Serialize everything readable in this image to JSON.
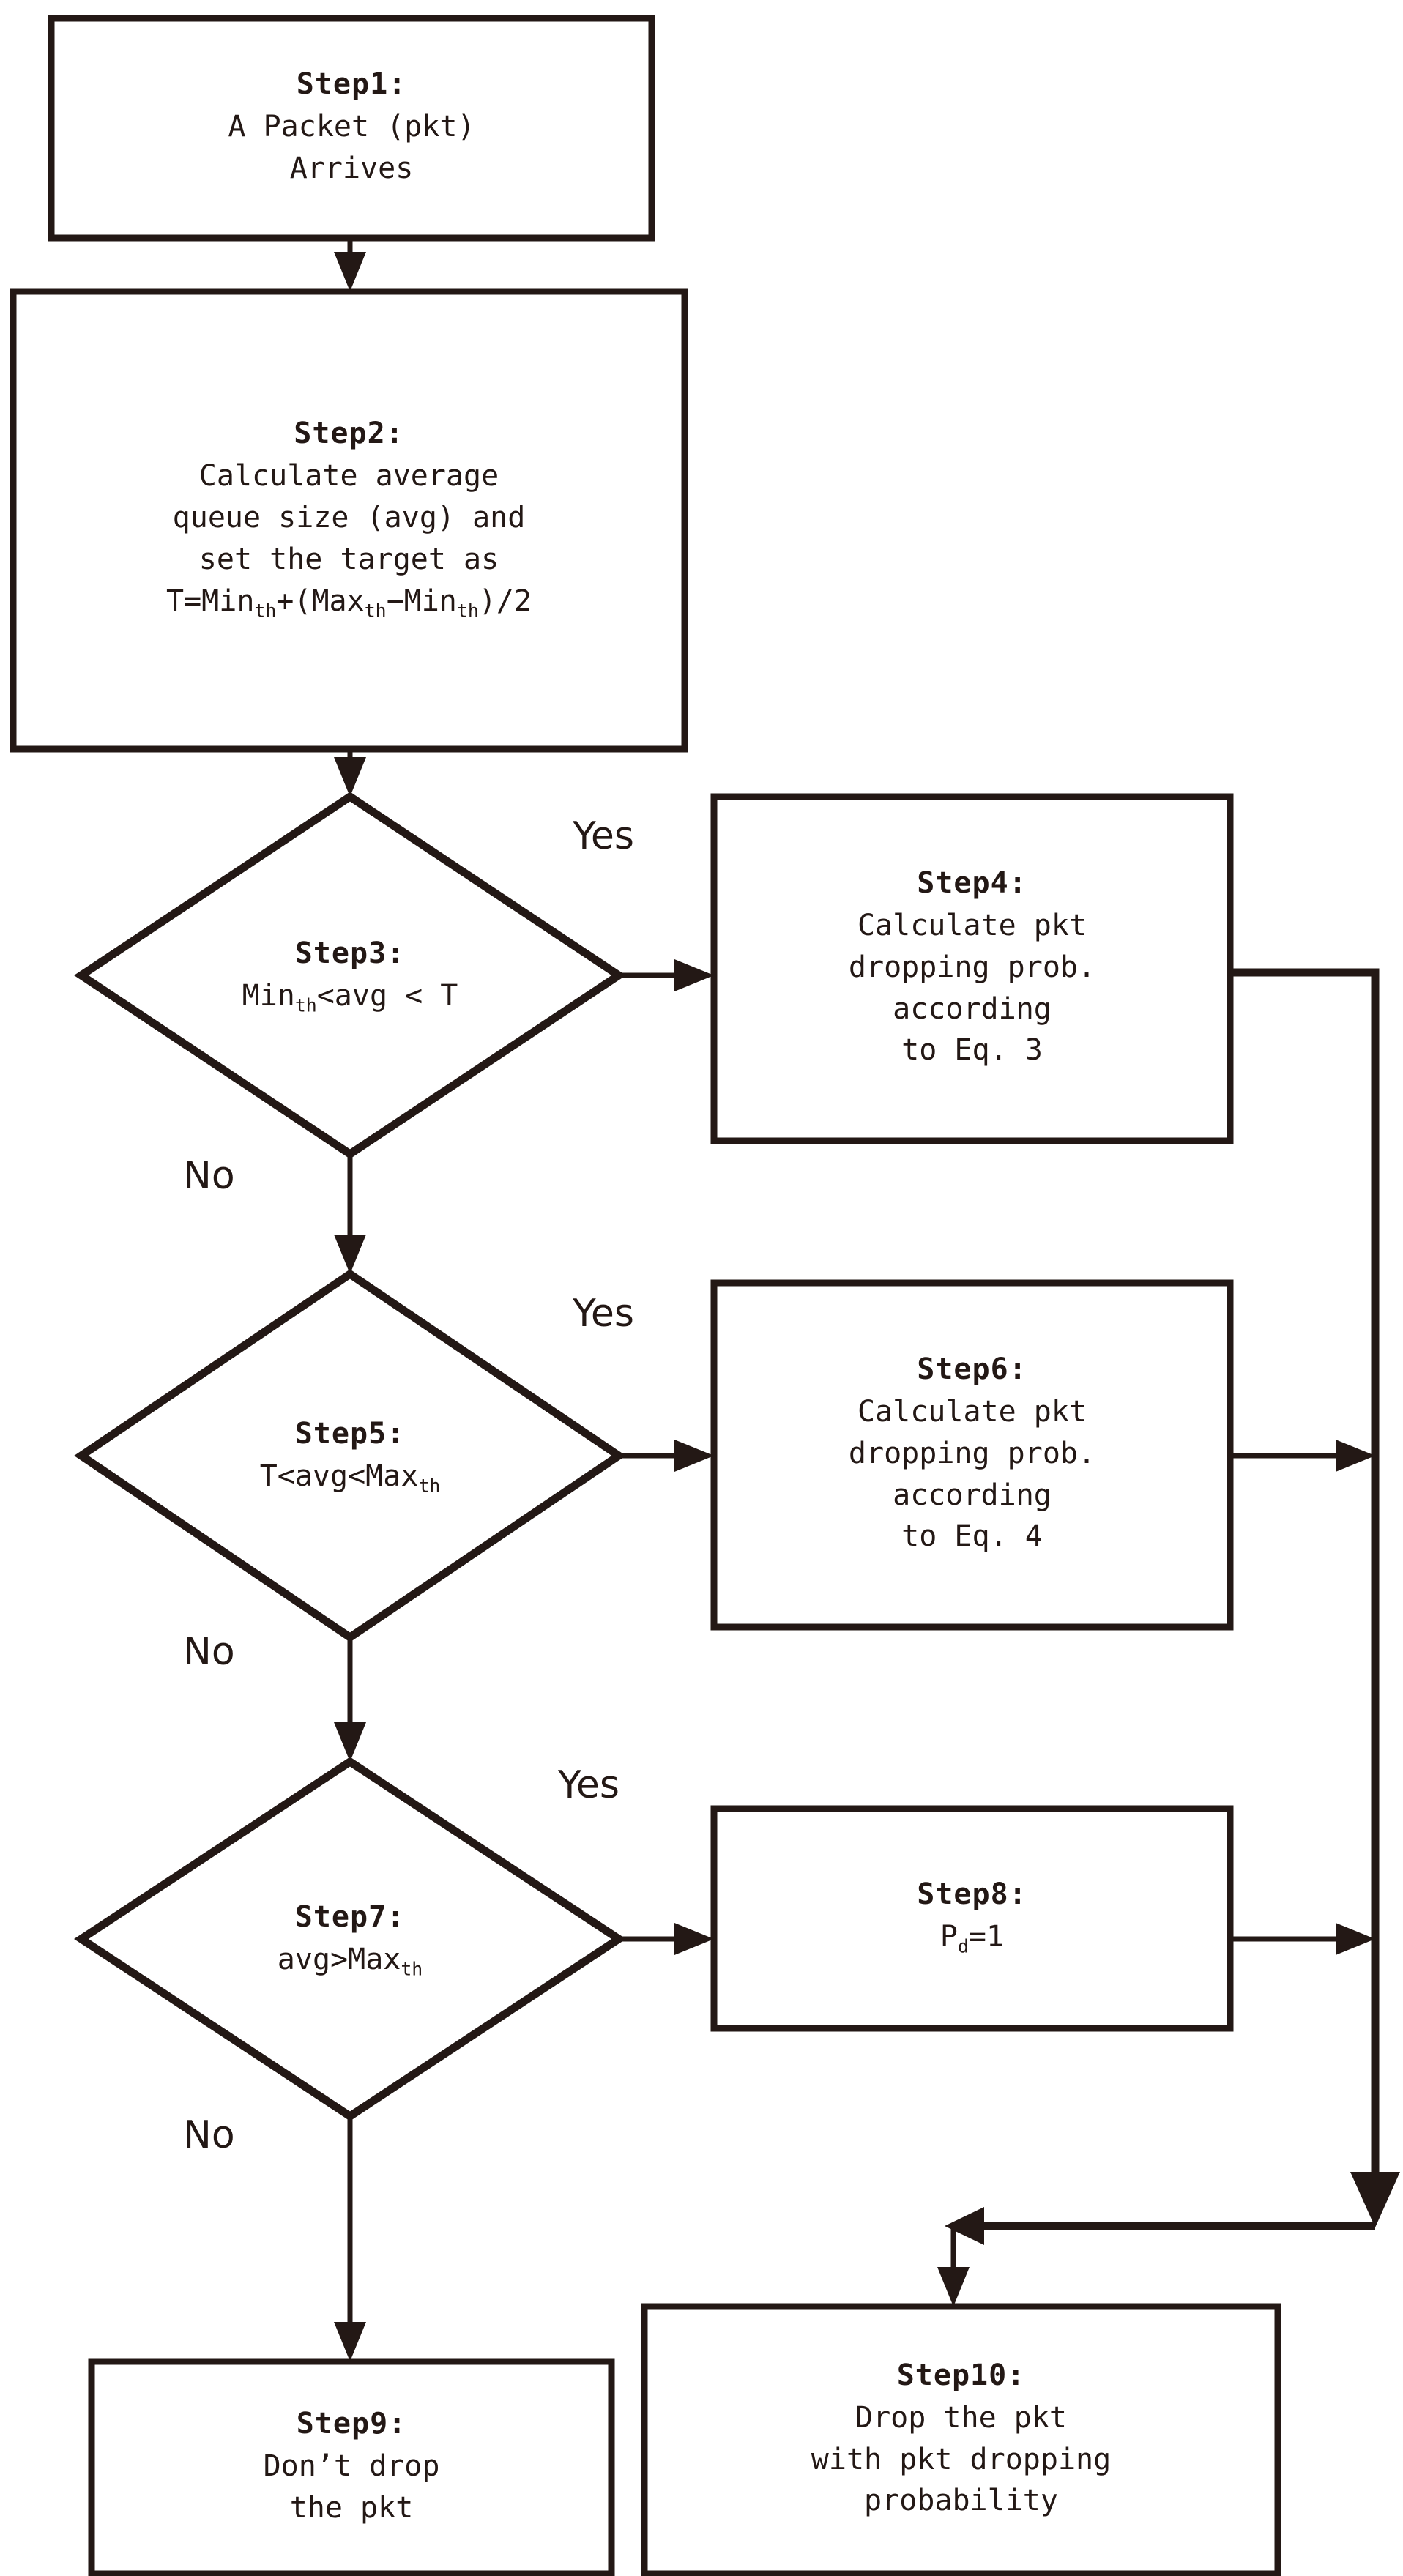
{
  "diagram": {
    "type": "flowchart",
    "title": "RED packet dropping algorithm flowchart",
    "background": "#ffffff",
    "line_color": "#231815"
  },
  "nodes": {
    "step1": {
      "shape": "rectangle",
      "title": "Step1:",
      "lines": [
        "A Packet (pkt)",
        "Arrives"
      ]
    },
    "step2": {
      "shape": "rectangle",
      "title": "Step2:",
      "lines": [
        "Calculate average",
        "queue size (avg) and",
        "set the target as"
      ],
      "formula_prefix": "T=Min",
      "formula_sub1": "th",
      "formula_mid": "+(Max",
      "formula_sub2": "th",
      "formula_mid2": "−Min",
      "formula_sub3": "th",
      "formula_suffix": ")/2"
    },
    "step3": {
      "shape": "diamond",
      "title": "Step3:",
      "cond_prefix": "Min",
      "cond_sub": "th",
      "cond_suffix": "<avg < T"
    },
    "step4": {
      "shape": "rectangle",
      "title": "Step4:",
      "lines": [
        "Calculate pkt",
        "dropping prob.",
        "according",
        "to Eq. 3"
      ]
    },
    "step5": {
      "shape": "diamond",
      "title": "Step5:",
      "cond_prefix": "T<avg<Max",
      "cond_sub": "th",
      "cond_suffix": ""
    },
    "step6": {
      "shape": "rectangle",
      "title": "Step6:",
      "lines": [
        "Calculate pkt",
        "dropping prob.",
        "according",
        "to Eq. 4"
      ]
    },
    "step7": {
      "shape": "diamond",
      "title": "Step7:",
      "cond_prefix": "avg>Max",
      "cond_sub": "th",
      "cond_suffix": ""
    },
    "step8": {
      "shape": "rectangle",
      "title": "Step8:",
      "formula_prefix": "P",
      "formula_sub": "d",
      "formula_suffix": "=1"
    },
    "step9": {
      "shape": "rectangle",
      "title": "Step9:",
      "lines": [
        "Don’t drop",
        "the pkt"
      ]
    },
    "step10": {
      "shape": "rectangle",
      "title": "Step10:",
      "lines": [
        "Drop the pkt",
        "with pkt dropping",
        "probability"
      ]
    }
  },
  "branch_labels": {
    "yes3": "Yes",
    "no3": "No",
    "yes5": "Yes",
    "no5": "No",
    "yes7": "Yes",
    "no7": "No"
  }
}
